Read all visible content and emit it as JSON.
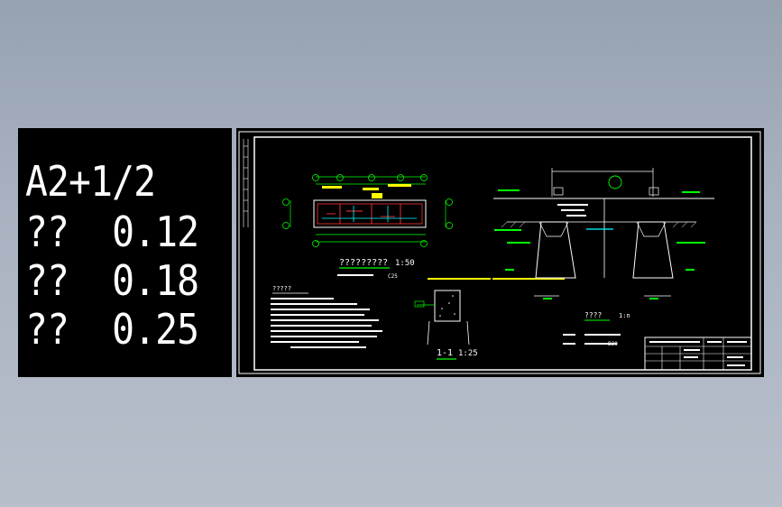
{
  "scale_legend": {
    "paper_size": "A2+1/2",
    "rows": [
      {
        "name": "??",
        "value": "0.12"
      },
      {
        "name": "??",
        "value": "0.18"
      },
      {
        "name": "??",
        "value": "0.25"
      }
    ]
  },
  "drawing": {
    "plan_title": "?????????",
    "plan_scale": "1:50",
    "plan_subnote": "C25",
    "section_title": "1-1",
    "section_scale": "1:25",
    "detail_title": "????",
    "detail_scale": "1:n",
    "notes_title": "?????",
    "label_b30": "B30",
    "colors": {
      "background": "#000000",
      "frame": "#ffffff",
      "dimension": "#00ff00",
      "annotation": "#ffff00",
      "wall": "#ff3333",
      "pipe": "#00ffff"
    }
  }
}
